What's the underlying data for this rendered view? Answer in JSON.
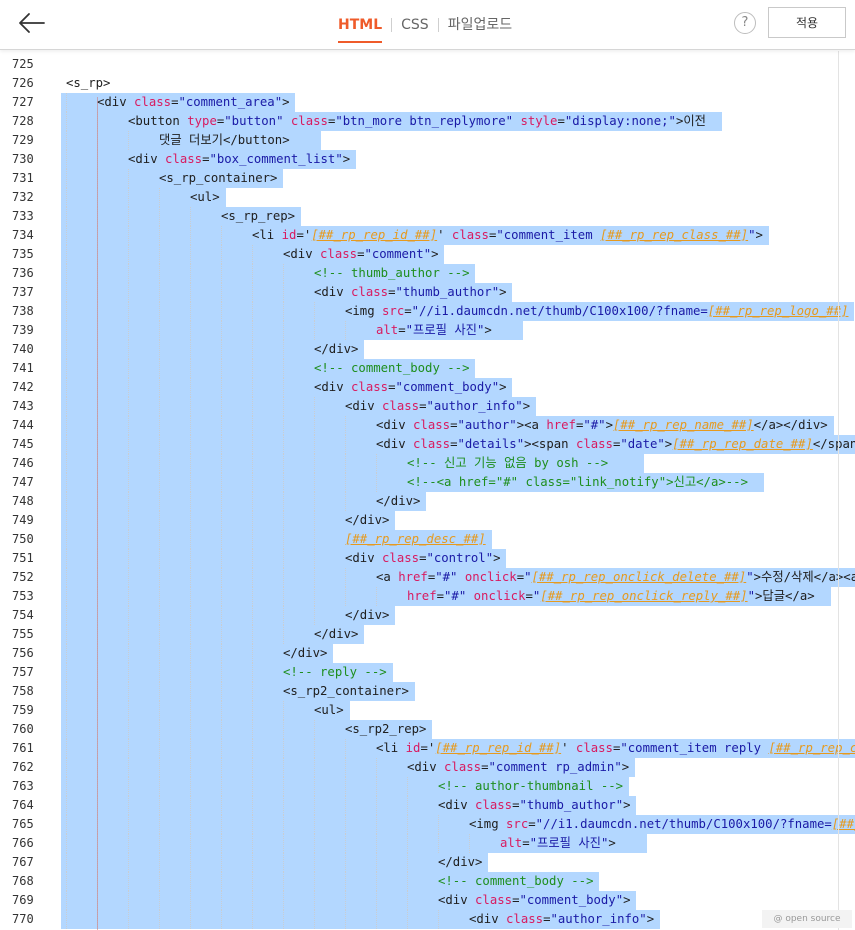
{
  "toolbar": {
    "back_icon": "arrow-left-icon",
    "tabs": [
      {
        "label": "HTML",
        "active": true
      },
      {
        "label": "CSS",
        "active": false
      },
      {
        "label": "파일업로드",
        "active": false
      }
    ],
    "help_label": "?",
    "apply_label": "적용"
  },
  "badge": "@ open source",
  "colors": {
    "accent": "#ef5b2a",
    "selection": "#b3d7ff",
    "attr": "#d81b60",
    "string": "#1a1aa6",
    "comment": "#1e8e1e",
    "placeholder": "#e69a1f"
  },
  "lines": [
    {
      "n": "725",
      "indent": 0,
      "tokens": []
    },
    {
      "n": "726",
      "indent": 0,
      "tokens": [
        [
          "t",
          "<s_rp>"
        ]
      ]
    },
    {
      "n": "727",
      "indent": 1,
      "tokens": [
        [
          "t",
          "<div "
        ],
        [
          "a",
          "class"
        ],
        [
          "t",
          "="
        ],
        [
          "s",
          "\"comment_area\""
        ],
        [
          "t",
          ">"
        ]
      ]
    },
    {
      "n": "728",
      "indent": 2,
      "tokens": [
        [
          "t",
          "<button "
        ],
        [
          "a",
          "type"
        ],
        [
          "t",
          "="
        ],
        [
          "s",
          "\"button\""
        ],
        [
          "t",
          " "
        ],
        [
          "a",
          "class"
        ],
        [
          "t",
          "="
        ],
        [
          "s",
          "\"btn_more btn_replymore\""
        ],
        [
          "t",
          " "
        ],
        [
          "a",
          "style"
        ],
        [
          "t",
          "="
        ],
        [
          "s",
          "\"display:none;\""
        ],
        [
          "t",
          ">이전"
        ]
      ]
    },
    {
      "n": "729",
      "indent": 3,
      "tokens": [
        [
          "t",
          "댓글 더보기</button>"
        ]
      ]
    },
    {
      "n": "730",
      "indent": 2,
      "tokens": [
        [
          "t",
          "<div "
        ],
        [
          "a",
          "class"
        ],
        [
          "t",
          "="
        ],
        [
          "s",
          "\"box_comment_list\""
        ],
        [
          "t",
          ">"
        ]
      ]
    },
    {
      "n": "731",
      "indent": 3,
      "tokens": [
        [
          "t",
          "<s_rp_container>"
        ]
      ]
    },
    {
      "n": "732",
      "indent": 4,
      "tokens": [
        [
          "t",
          "<ul>"
        ]
      ]
    },
    {
      "n": "733",
      "indent": 5,
      "tokens": [
        [
          "t",
          "<s_rp_rep>"
        ]
      ]
    },
    {
      "n": "734",
      "indent": 6,
      "tokens": [
        [
          "t",
          "<li "
        ],
        [
          "a",
          "id"
        ],
        [
          "t",
          "='"
        ],
        [
          "p",
          "[##_rp_rep_id_##]"
        ],
        [
          "t",
          "' "
        ],
        [
          "a",
          "class"
        ],
        [
          "t",
          "="
        ],
        [
          "s",
          "\"comment_item "
        ],
        [
          "p",
          "[##_rp_rep_class_##]"
        ],
        [
          "s",
          "\""
        ],
        [
          "t",
          ">"
        ]
      ]
    },
    {
      "n": "735",
      "indent": 7,
      "tokens": [
        [
          "t",
          "<div "
        ],
        [
          "a",
          "class"
        ],
        [
          "t",
          "="
        ],
        [
          "s",
          "\"comment\""
        ],
        [
          "t",
          ">"
        ]
      ]
    },
    {
      "n": "736",
      "indent": 8,
      "tokens": [
        [
          "c",
          "<!-- thumb_author -->"
        ]
      ]
    },
    {
      "n": "737",
      "indent": 8,
      "tokens": [
        [
          "t",
          "<div "
        ],
        [
          "a",
          "class"
        ],
        [
          "t",
          "="
        ],
        [
          "s",
          "\"thumb_author\""
        ],
        [
          "t",
          ">"
        ]
      ]
    },
    {
      "n": "738",
      "indent": 9,
      "tokens": [
        [
          "t",
          "<img "
        ],
        [
          "a",
          "src"
        ],
        [
          "t",
          "="
        ],
        [
          "s",
          "\"//i1.daumcdn.net/thumb/C100x100/?fname="
        ],
        [
          "p",
          "[##_rp_rep_logo_##]"
        ]
      ]
    },
    {
      "n": "739",
      "indent": 10,
      "tokens": [
        [
          "a",
          "alt"
        ],
        [
          "t",
          "="
        ],
        [
          "s",
          "\"프로필 사진\""
        ],
        [
          "t",
          ">"
        ]
      ]
    },
    {
      "n": "740",
      "indent": 8,
      "tokens": [
        [
          "t",
          "</div>"
        ]
      ]
    },
    {
      "n": "741",
      "indent": 8,
      "tokens": [
        [
          "c",
          "<!-- comment_body -->"
        ]
      ]
    },
    {
      "n": "742",
      "indent": 8,
      "tokens": [
        [
          "t",
          "<div "
        ],
        [
          "a",
          "class"
        ],
        [
          "t",
          "="
        ],
        [
          "s",
          "\"comment_body\""
        ],
        [
          "t",
          ">"
        ]
      ]
    },
    {
      "n": "743",
      "indent": 9,
      "tokens": [
        [
          "t",
          "<div "
        ],
        [
          "a",
          "class"
        ],
        [
          "t",
          "="
        ],
        [
          "s",
          "\"author_info\""
        ],
        [
          "t",
          ">"
        ]
      ]
    },
    {
      "n": "744",
      "indent": 10,
      "tokens": [
        [
          "t",
          "<div "
        ],
        [
          "a",
          "class"
        ],
        [
          "t",
          "="
        ],
        [
          "s",
          "\"author\""
        ],
        [
          "t",
          "><a "
        ],
        [
          "a",
          "href"
        ],
        [
          "t",
          "="
        ],
        [
          "s",
          "\"#\""
        ],
        [
          "t",
          ">"
        ],
        [
          "p",
          "[##_rp_rep_name_##]"
        ],
        [
          "t",
          "</a></div>"
        ]
      ]
    },
    {
      "n": "745",
      "indent": 10,
      "tokens": [
        [
          "t",
          "<div "
        ],
        [
          "a",
          "class"
        ],
        [
          "t",
          "="
        ],
        [
          "s",
          "\"details\""
        ],
        [
          "t",
          "><span "
        ],
        [
          "a",
          "class"
        ],
        [
          "t",
          "="
        ],
        [
          "s",
          "\"date\""
        ],
        [
          "t",
          ">"
        ],
        [
          "p",
          "[##_rp_rep_date_##]"
        ],
        [
          "t",
          "</span>"
        ]
      ]
    },
    {
      "n": "746",
      "indent": 11,
      "tokens": [
        [
          "c",
          "<!-- 신고 기능 없음 by osh -->"
        ]
      ]
    },
    {
      "n": "747",
      "indent": 11,
      "tokens": [
        [
          "c",
          "<!--<a href=\"#\" class=\"link_notify\">신고</a>-->"
        ]
      ]
    },
    {
      "n": "748",
      "indent": 10,
      "tokens": [
        [
          "t",
          "</div>"
        ]
      ]
    },
    {
      "n": "749",
      "indent": 9,
      "tokens": [
        [
          "t",
          "</div>"
        ]
      ]
    },
    {
      "n": "750",
      "indent": 9,
      "tokens": [
        [
          "p",
          "[##_rp_rep_desc_##]"
        ]
      ]
    },
    {
      "n": "751",
      "indent": 9,
      "tokens": [
        [
          "t",
          "<div "
        ],
        [
          "a",
          "class"
        ],
        [
          "t",
          "="
        ],
        [
          "s",
          "\"control\""
        ],
        [
          "t",
          ">"
        ]
      ]
    },
    {
      "n": "752",
      "indent": 10,
      "tokens": [
        [
          "t",
          "<a "
        ],
        [
          "a",
          "href"
        ],
        [
          "t",
          "="
        ],
        [
          "s",
          "\"#\""
        ],
        [
          "t",
          " "
        ],
        [
          "a",
          "onclick"
        ],
        [
          "t",
          "="
        ],
        [
          "s",
          "\""
        ],
        [
          "p",
          "[##_rp_rep_onclick_delete_##]"
        ],
        [
          "s",
          "\""
        ],
        [
          "t",
          ">수정/삭제</a><a"
        ]
      ]
    },
    {
      "n": "753",
      "indent": 11,
      "tokens": [
        [
          "a",
          "href"
        ],
        [
          "t",
          "="
        ],
        [
          "s",
          "\"#\""
        ],
        [
          "t",
          " "
        ],
        [
          "a",
          "onclick"
        ],
        [
          "t",
          "="
        ],
        [
          "s",
          "\""
        ],
        [
          "p",
          "[##_rp_rep_onclick_reply_##]"
        ],
        [
          "s",
          "\""
        ],
        [
          "t",
          ">답글</a>"
        ]
      ]
    },
    {
      "n": "754",
      "indent": 9,
      "tokens": [
        [
          "t",
          "</div>"
        ]
      ]
    },
    {
      "n": "755",
      "indent": 8,
      "tokens": [
        [
          "t",
          "</div>"
        ]
      ]
    },
    {
      "n": "756",
      "indent": 7,
      "tokens": [
        [
          "t",
          "</div>"
        ]
      ]
    },
    {
      "n": "757",
      "indent": 7,
      "tokens": [
        [
          "c",
          "<!-- reply -->"
        ]
      ]
    },
    {
      "n": "758",
      "indent": 7,
      "tokens": [
        [
          "t",
          "<s_rp2_container>"
        ]
      ]
    },
    {
      "n": "759",
      "indent": 8,
      "tokens": [
        [
          "t",
          "<ul>"
        ]
      ]
    },
    {
      "n": "760",
      "indent": 9,
      "tokens": [
        [
          "t",
          "<s_rp2_rep>"
        ]
      ]
    },
    {
      "n": "761",
      "indent": 10,
      "tokens": [
        [
          "t",
          "<li "
        ],
        [
          "a",
          "id"
        ],
        [
          "t",
          "='"
        ],
        [
          "p",
          "[##_rp_rep_id_##]"
        ],
        [
          "t",
          "' "
        ],
        [
          "a",
          "class"
        ],
        [
          "t",
          "="
        ],
        [
          "s",
          "\"comment_item reply "
        ],
        [
          "p",
          "[##_rp_rep_class_##]"
        ],
        [
          "s",
          "\""
        ],
        [
          "t",
          ">"
        ]
      ]
    },
    {
      "n": "762",
      "indent": 11,
      "tokens": [
        [
          "t",
          "<div "
        ],
        [
          "a",
          "class"
        ],
        [
          "t",
          "="
        ],
        [
          "s",
          "\"comment rp_admin\""
        ],
        [
          "t",
          ">"
        ]
      ]
    },
    {
      "n": "763",
      "indent": 12,
      "tokens": [
        [
          "c",
          "<!-- author-thumbnail -->"
        ]
      ]
    },
    {
      "n": "764",
      "indent": 12,
      "tokens": [
        [
          "t",
          "<div "
        ],
        [
          "a",
          "class"
        ],
        [
          "t",
          "="
        ],
        [
          "s",
          "\"thumb_author\""
        ],
        [
          "t",
          ">"
        ]
      ]
    },
    {
      "n": "765",
      "indent": 13,
      "tokens": [
        [
          "t",
          "<img "
        ],
        [
          "a",
          "src"
        ],
        [
          "t",
          "="
        ],
        [
          "s",
          "\"//i1.daumcdn.net/thumb/C100x100/?fname="
        ],
        [
          "p",
          "[##_rp_rep_logo_##]"
        ]
      ]
    },
    {
      "n": "766",
      "indent": 14,
      "tokens": [
        [
          "a",
          "alt"
        ],
        [
          "t",
          "="
        ],
        [
          "s",
          "\"프로필 사진\""
        ],
        [
          "t",
          ">"
        ]
      ]
    },
    {
      "n": "767",
      "indent": 12,
      "tokens": [
        [
          "t",
          "</div>"
        ]
      ]
    },
    {
      "n": "768",
      "indent": 12,
      "tokens": [
        [
          "c",
          "<!-- comment_body -->"
        ]
      ]
    },
    {
      "n": "769",
      "indent": 12,
      "tokens": [
        [
          "t",
          "<div "
        ],
        [
          "a",
          "class"
        ],
        [
          "t",
          "="
        ],
        [
          "s",
          "\"comment_body\""
        ],
        [
          "t",
          ">"
        ]
      ]
    },
    {
      "n": "770",
      "indent": 13,
      "tokens": [
        [
          "t",
          "<div "
        ],
        [
          "a",
          "class"
        ],
        [
          "t",
          "="
        ],
        [
          "s",
          "\"author_info\""
        ],
        [
          "t",
          ">"
        ]
      ]
    }
  ]
}
